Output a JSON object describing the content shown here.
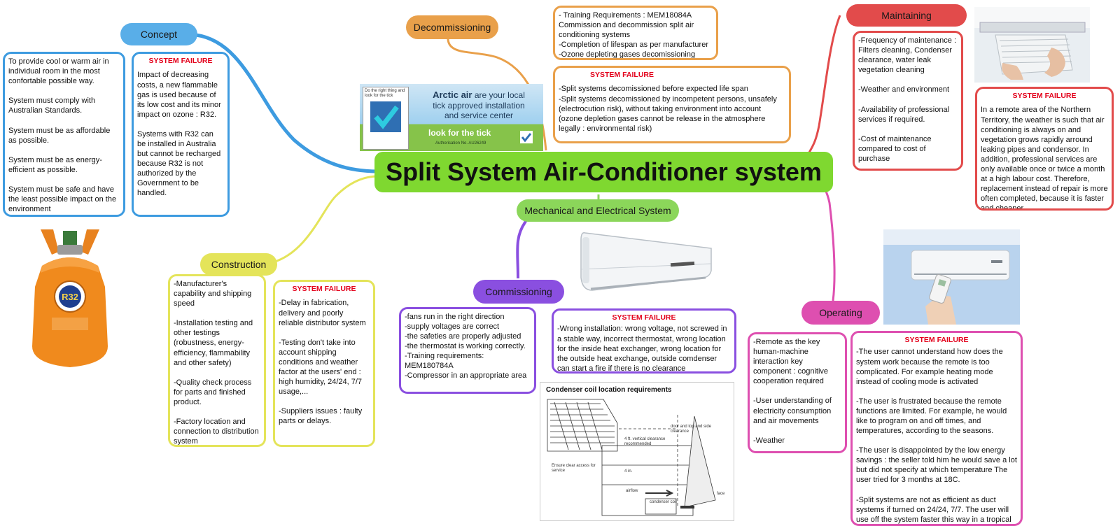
{
  "title": "Split System Air-Conditioner system",
  "colors": {
    "concept": "#3d9be0",
    "decommissioning": "#e9a04a",
    "maintaining": "#e24b4b",
    "construction": "#e4e45a",
    "commissioning": "#8a4fe0",
    "operating": "#de4fb0",
    "mechanical": "#8bd65a",
    "failure_text": "#e3001b"
  },
  "branches": {
    "concept": {
      "label": "Concept",
      "text": "To provide cool or warm air in individual room in the most confortable possible way.\n\nSystem must comply with Australian Standards.\n\nSystem must be as affordable as possible.\n\nSystem must be as energy-efficient as possible.\n\nSystem must be safe and have the least possible impact on the environment",
      "failure_heading": "SYSTEM FAILURE",
      "failure_text": "Impact of decreasing costs, a new flammable gas is used because of its low cost and its minor impact on ozone : R32.\n\nSystems with R32 can be installed in Australia but cannot be recharged because R32 is not authorized by the Government to be handled."
    },
    "decommissioning": {
      "label": "Decommissioning",
      "text": "- Training Requirements : MEM18084A Commission and decommission split air conditioning systems\n-Completion of lifespan as per manufacturer\n-Ozone depleting gases decomissioning",
      "failure_heading": "SYSTEM FAILURE",
      "failure_text": "-Split systems decomissioned before  expected life span\n-Split systems decomissioned by incompetent persons, unsafely (electrocution risk), without taking environment into account (ozone depletion gases cannot be release in the atmosphere legally : environmental risk)"
    },
    "maintaining": {
      "label": "Maintaining",
      "text": "-Frequency of maintenance : Filters cleaning, Condenser clearance, water leak vegetation cleaning\n\n-Weather and environment\n\n-Availability of professional services if required.\n\n-Cost of maintenance compared to cost of purchase",
      "failure_heading": "SYSTEM FAILURE",
      "failure_text": "In a remote area of the Northern Territory, the weather is such that air conditioning is always on and vegetation grows rapidly arround leaking pipes and condensor. In addition, professional services are only available once or twice a month at a high labour cost. Therefore, replacement instead of repair is more often completed, because it is faster and cheaper"
    },
    "construction": {
      "label": "Construction",
      "text": "-Manufacturer's capability and shipping speed\n\n-Installation testing and other testings (robustness, energy-efficiency, flammability and other safety)\n\n-Quality check process for parts and finished product.\n\n-Factory location and connection to distribution system",
      "failure_heading": "SYSTEM FAILURE",
      "failure_text": "-Delay in fabrication, delivery and poorly reliable distributor system\n\n-Testing don't take into account shipping conditions and weather factor at the users' end : high humidity, 24/24, 7/7 usage,...\n\n-Suppliers issues : faulty parts or delays."
    },
    "mechanical": {
      "label": "Mechanical and Electrical System"
    },
    "commissioning": {
      "label": "Commissioning",
      "text": "-fans run in the right direction\n-supply voltages are correct\n-the safeties are properly adjusted\n-the thermostat is working correctly.\n -Training requirements: MEM180784A\n-Compressor in an appropriate area",
      "failure_heading": "SYSTEM FAILURE",
      "failure_text": "-Wrong installation: wrong voltage, not screwed in a stable way, incorrect thermostat, wrong location for the inside heat exchanger, wrong location for the outside heat exchange, outside comdenser can start a fire if there is no clearance"
    },
    "operating": {
      "label": "Operating",
      "text": "-Remote as the key human-machine interaction key component : cognitive cooperation required\n\n-User understanding of electricity consumption and air movements\n\n -Weather",
      "failure_heading": "SYSTEM FAILURE",
      "failure_text": "-The user cannot understand how does the system work because the remote is too complicated. For example heating mode instead of cooling mode is activated\n\n-The user is frustrated because the remote functions are limited. For example, he would like to program on and off times, and temperatures, according to the seasons.\n\n-The user is disappointed by the low energy savings : the seller told him he would save a lot but did not specify at which temperature The user tried for 3 months at 18C.\n\n-Split systems are not as efficient as duct systems if turned on 24/24, 7/7. The user will use off the system faster this way in a tropical area"
    }
  },
  "images": {
    "banner": {
      "line1": "Do the right thing and look for the tick",
      "line2_strong": "Arctic air",
      "line2_rest": "are your local",
      "line3": "tick approved installation",
      "line4": "and service center",
      "line5": "look for the tick",
      "auth": "Authorisation No. AU26249"
    },
    "gas": {
      "label": "R32",
      "icon": "gas-cylinder-icon"
    },
    "ac_unit": {
      "icon": "split-ac-indoor-unit-icon"
    },
    "condenser": {
      "title": "Condenser coil location requirements",
      "label1": "door and top and side clearance",
      "label2": "Ensure clear access for service",
      "label3": "4 ft. vertical clearance recommended",
      "label4": "4 in.",
      "label5": "airflow",
      "label6": "condenser coil",
      "label7": "face"
    },
    "filter_photo": {
      "icon": "filter-cleaning-photo-icon"
    },
    "remote_photo": {
      "icon": "remote-control-photo-icon"
    }
  }
}
